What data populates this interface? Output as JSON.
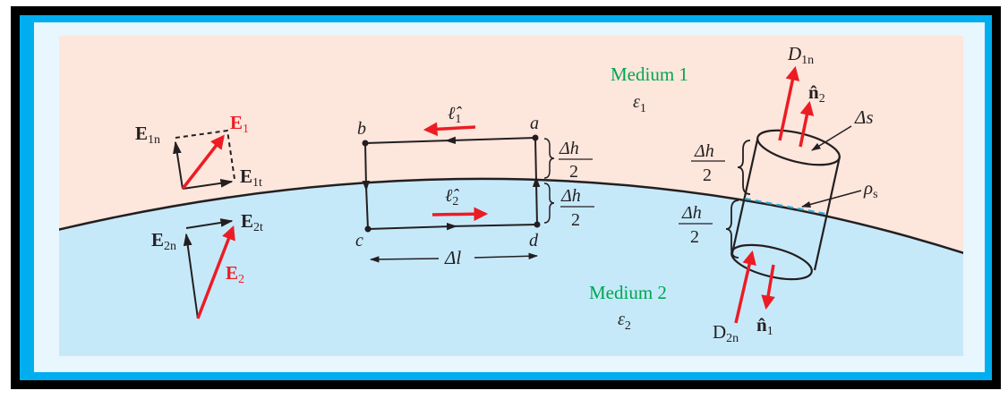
{
  "colors": {
    "frame_outer": "#000000",
    "frame_blue": "#00aeef",
    "frame_inner": "#e8f6fd",
    "medium1": "#fde6dc",
    "medium2": "#c6e9fa",
    "vector_red": "#ec1c24",
    "label_green": "#00a650",
    "charge_dashed": "#27aae1"
  },
  "media": {
    "medium1": {
      "name": "Medium 1",
      "eps": "ε",
      "eps_sub": "1"
    },
    "medium2": {
      "name": "Medium 2",
      "eps": "ε",
      "eps_sub": "2"
    }
  },
  "field_vectors": {
    "E1": {
      "main": "E",
      "sub": "1"
    },
    "E1n": {
      "main": "E",
      "sub": "1n"
    },
    "E1t": {
      "main": "E",
      "sub": "1t"
    },
    "E2": {
      "main": "E",
      "sub": "2"
    },
    "E2n": {
      "main": "E",
      "sub": "2n"
    },
    "E2t": {
      "main": "E",
      "sub": "2t"
    }
  },
  "loop": {
    "corners": [
      "a",
      "b",
      "c",
      "d"
    ],
    "l1": {
      "main": "ℓ̂",
      "sub": "1"
    },
    "l2": {
      "main": "ℓ̂",
      "sub": "2"
    },
    "dl": "Δl",
    "dh_num": "Δh",
    "dh_den": "2"
  },
  "pillbox": {
    "D1n": {
      "main": "D",
      "sub": "1n"
    },
    "D2n": {
      "main": "D",
      "sub": "2n"
    },
    "n1": {
      "main": "n̂",
      "sub": "1"
    },
    "n2": {
      "main": "n̂",
      "sub": "2"
    },
    "ds": "Δs",
    "rho": {
      "main": "ρ",
      "sub": "s"
    },
    "dh_num": "Δh",
    "dh_den": "2"
  }
}
